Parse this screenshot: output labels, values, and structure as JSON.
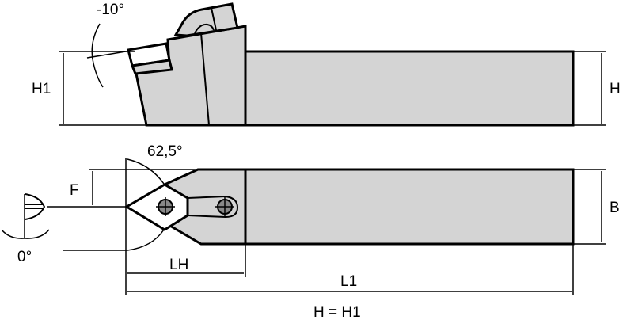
{
  "drawing": {
    "type": "technical-drawing",
    "subject": "turning tool holder (side view and top view)",
    "colors": {
      "body_fill": "#d4d4d4",
      "line": "#000000",
      "background": "#ffffff"
    }
  },
  "side_view": {
    "angle_label": "-10°",
    "height_label_left": "H1",
    "height_label_right": "H"
  },
  "top_view": {
    "approach_angle_label": "62,5°",
    "offset_label": "F",
    "width_label": "B",
    "rake_angle_label": "0°",
    "head_length_label": "LH",
    "total_length_label": "L1"
  },
  "footnote": "H = H1"
}
